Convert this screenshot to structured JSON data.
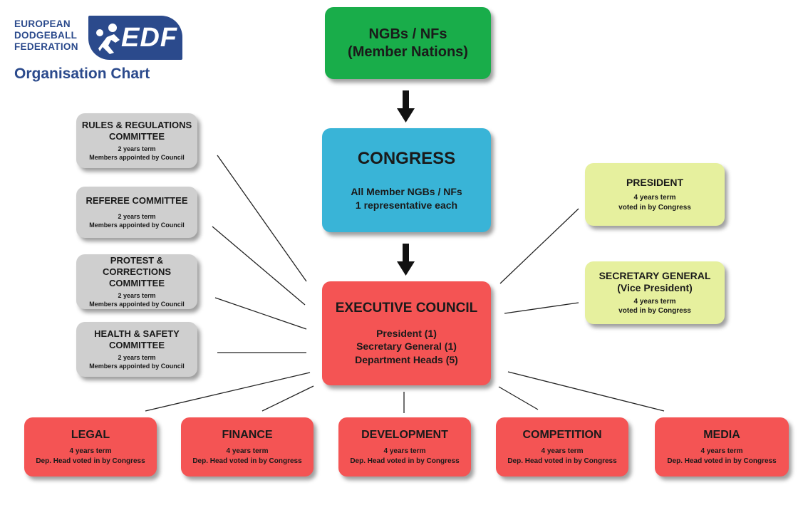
{
  "colors": {
    "green": "#19ad4a",
    "blue": "#39b4d7",
    "red": "#f45454",
    "yellow": "#e6f09e",
    "grey": "#cfcfcf",
    "logo_blue": "#2b4a8c"
  },
  "logo": {
    "line1": "EUROPEAN",
    "line2": "DODGEBALL",
    "line3": "FEDERATION",
    "abbr": "EDF",
    "subtitle": "Organisation Chart",
    "icon": "dodgeball-player-icon"
  },
  "members": {
    "title": "NGBs / NFs",
    "subtitle": "(Member Nations)"
  },
  "congress": {
    "title": "CONGRESS",
    "line1": "All Member NGBs / NFs",
    "line2": "1 representative each"
  },
  "executive": {
    "title": "EXECUTIVE COUNCIL",
    "line1": "President (1)",
    "line2": "Secretary General (1)",
    "line3": "Department Heads (5)"
  },
  "president": {
    "title": "PRESIDENT",
    "term": "4 years term",
    "note": "voted in by Congress"
  },
  "secretary": {
    "title1": "SECRETARY GENERAL",
    "title2": "(Vice President)",
    "term": "4 years term",
    "note": "voted in by Congress"
  },
  "committees": [
    {
      "title1": "RULES & REGULATIONS",
      "title2": "COMMITTEE",
      "term": "2 years term",
      "note": "Members appointed by Council"
    },
    {
      "title1": "REFEREE COMMITTEE",
      "title2": "",
      "term": "2 years term",
      "note": "Members appointed by Council"
    },
    {
      "title1": "PROTEST & CORRECTIONS",
      "title2": "COMMITTEE",
      "term": "2 years term",
      "note": "Members appointed by Council"
    },
    {
      "title1": "HEALTH & SAFETY",
      "title2": "COMMITTEE",
      "term": "2 years term",
      "note": "Members appointed by Council"
    }
  ],
  "departments": [
    {
      "title": "LEGAL",
      "term": "4 years term",
      "note": "Dep. Head voted in by Congress"
    },
    {
      "title": "FINANCE",
      "term": "4 years term",
      "note": "Dep. Head voted in by Congress"
    },
    {
      "title": "DEVELOPMENT",
      "term": "4 years term",
      "note": "Dep. Head voted in by Congress"
    },
    {
      "title": "COMPETITION",
      "term": "4 years term",
      "note": "Dep. Head voted in by Congress"
    },
    {
      "title": "MEDIA",
      "term": "4 years term",
      "note": "Dep. Head voted in by Congress"
    }
  ]
}
